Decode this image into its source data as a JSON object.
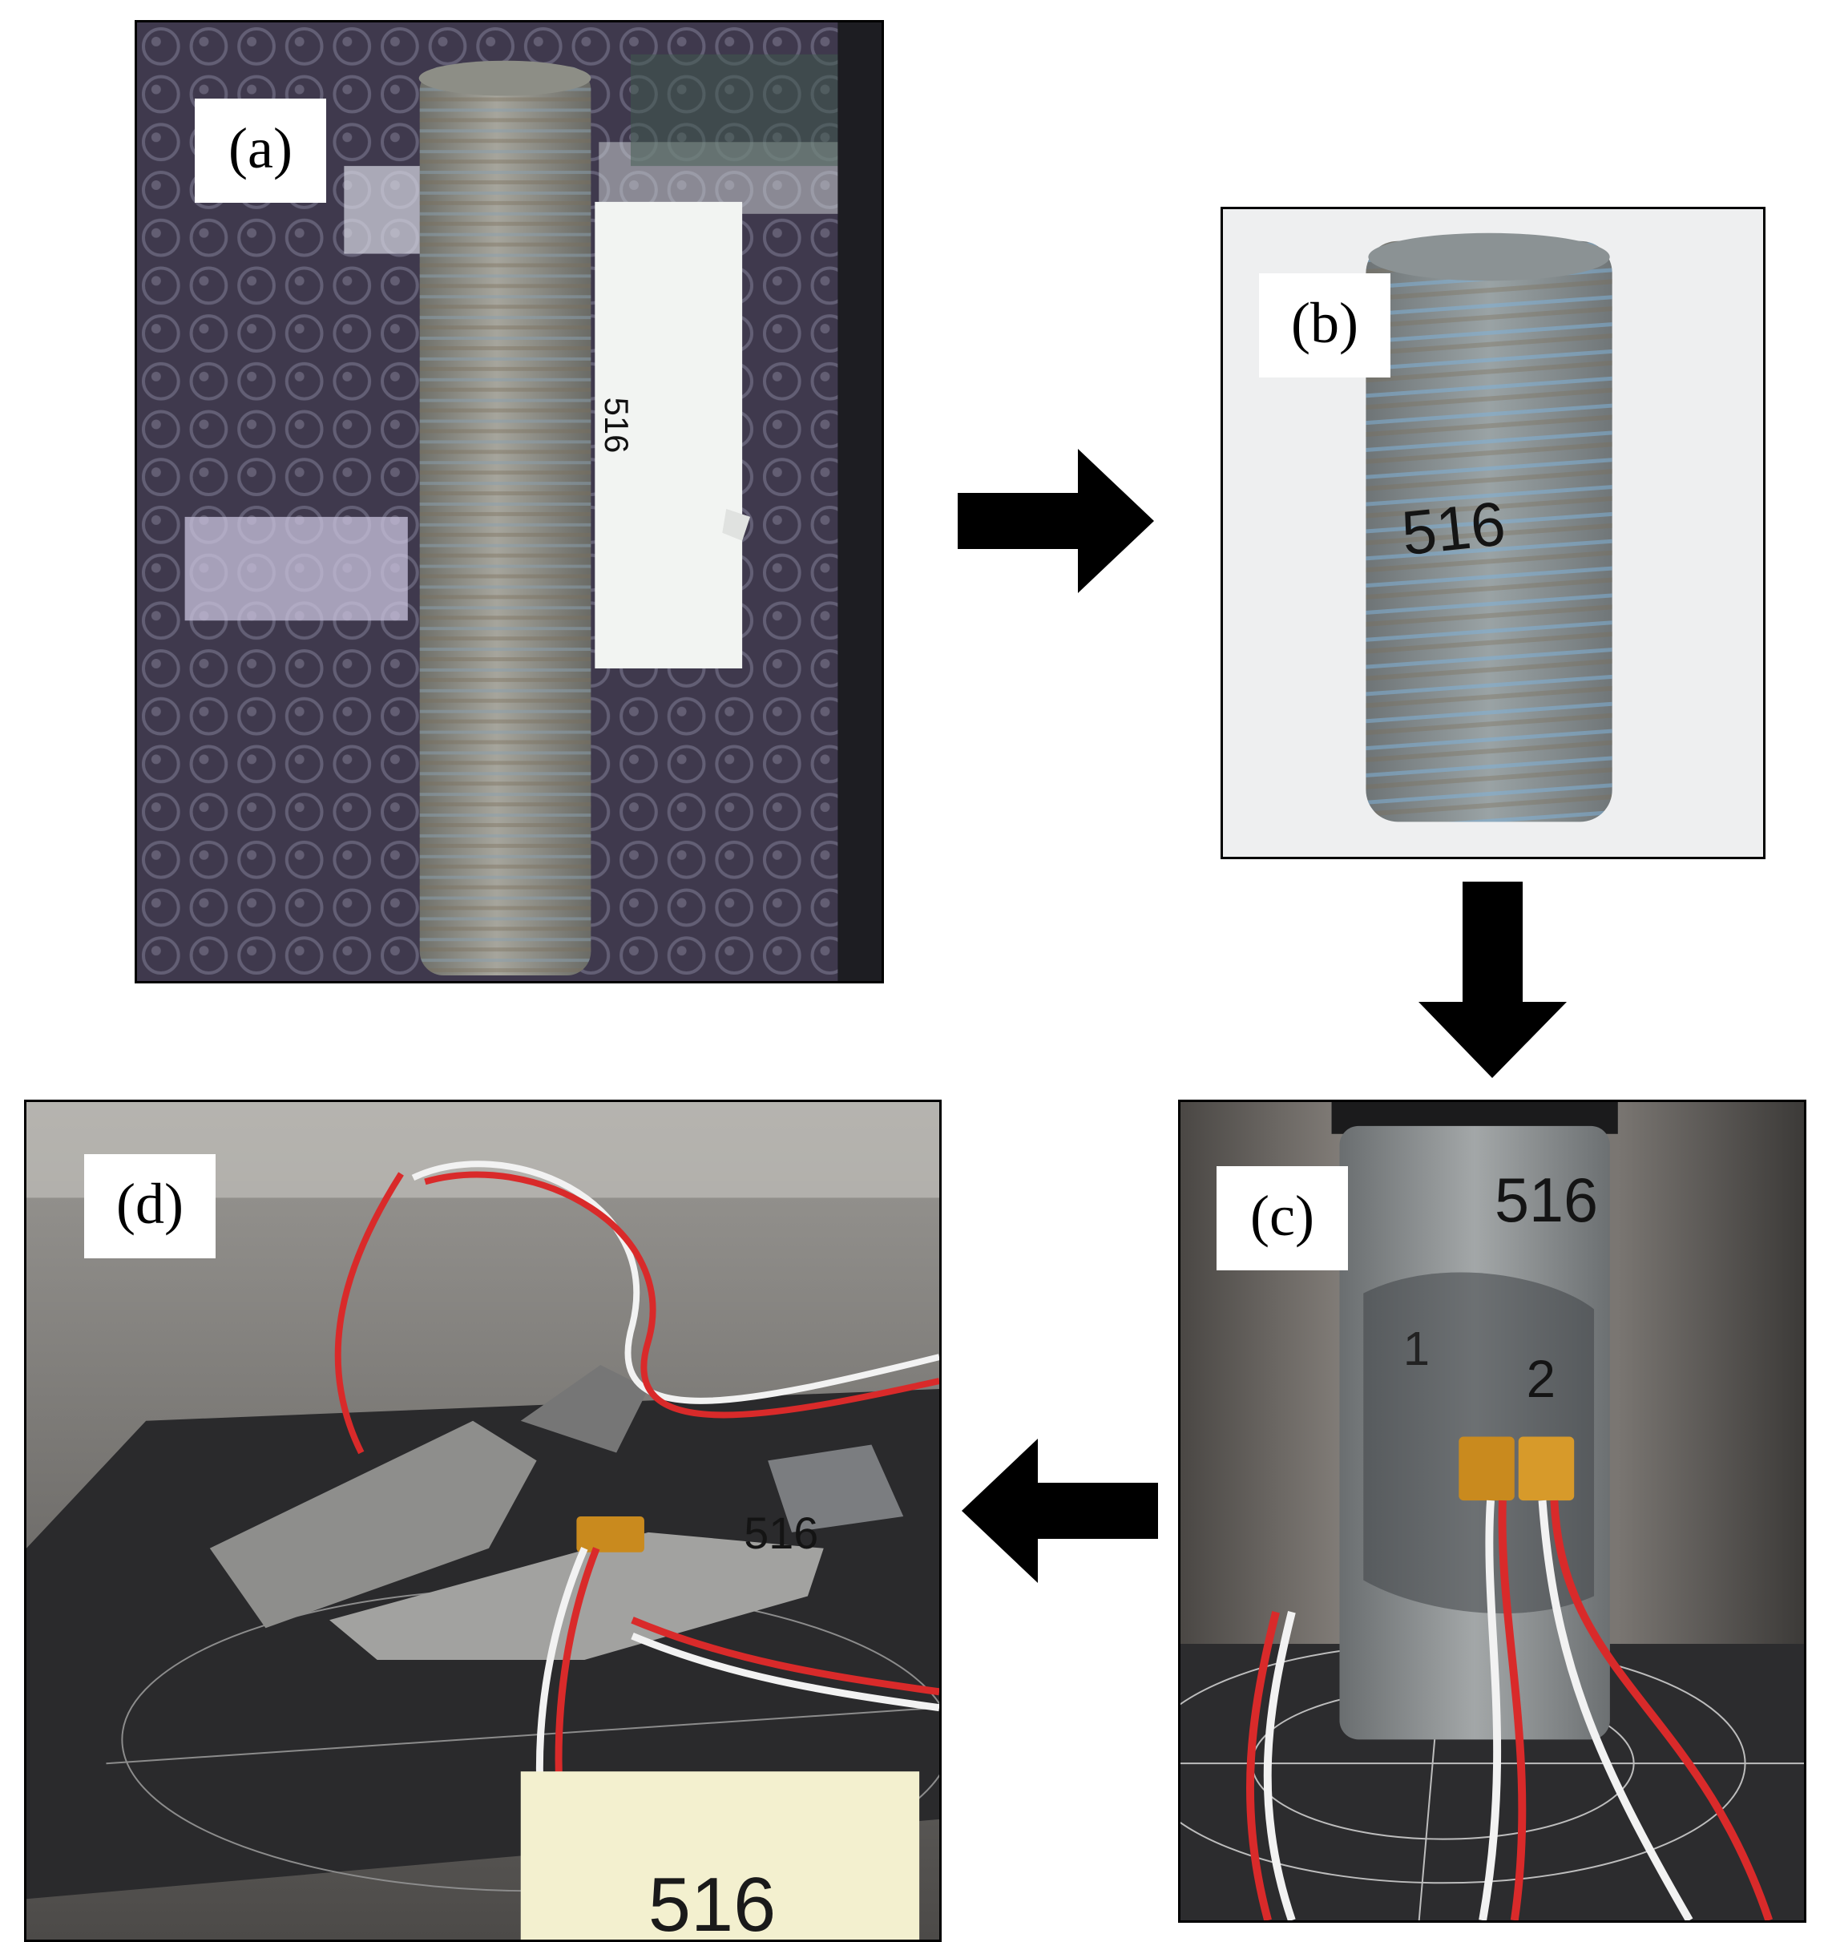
{
  "panels": {
    "a": {
      "label": "(a)",
      "sample_tag": "516"
    },
    "b": {
      "label": "(b)",
      "sample_tag": "516"
    },
    "c": {
      "label": "(c)",
      "sample_tag": "516",
      "gauge_mark_1": "1",
      "gauge_mark_2": "2"
    },
    "d": {
      "label": "(d)",
      "sample_tag": "516",
      "note_tag": "516"
    }
  },
  "arrows": [
    "arrow-right",
    "arrow-down-icon",
    "arrow-left"
  ],
  "colors": {
    "rock": "#8f9089",
    "bubble_wrap": "#3a3840",
    "wire_red": "#d92a2a",
    "wire_white": "#f2f2f2",
    "strain_gauge": "#c98a1e"
  }
}
